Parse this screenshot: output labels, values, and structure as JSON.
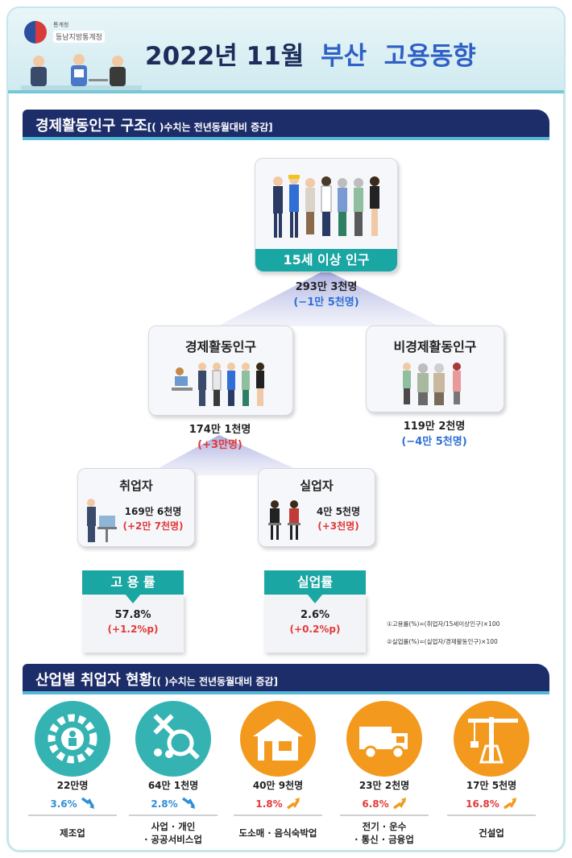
{
  "header": {
    "org_small": "통계청",
    "org_name": "동남지방통계청",
    "title_prefix": "2022년 11월",
    "title_accent": "부산  고용동향"
  },
  "section1": {
    "heading": "경제활동인구 구조",
    "note": "[( )수치는 전년동월대비 증감]"
  },
  "population_15plus": {
    "label": "15세 이상 인구",
    "value": "293만 3천명",
    "change": "(−1만 5천명)"
  },
  "economically_active": {
    "label": "경제활동인구",
    "value": "174만 1천명",
    "change": "(+3만명)"
  },
  "non_active": {
    "label": "비경제활동인구",
    "value": "119만 2천명",
    "change": "(−4만 5천명)"
  },
  "employed": {
    "label": "취업자",
    "value": "169만 6천명",
    "change": "(+2만 7천명)"
  },
  "unemployed": {
    "label": "실업자",
    "value": "4만 5천명",
    "change": "(+3천명)"
  },
  "employment_rate": {
    "label": "고 용 률",
    "value": "57.8%",
    "change": "(+1.2%p)"
  },
  "unemployment_rate": {
    "label": "실업률",
    "value": "2.6%",
    "change": "(+0.2%p)"
  },
  "notes": [
    "①고용률(%)=(취업자/15세이상인구)×100",
    "②실업률(%)=(실업자/경제활동인구)×100"
  ],
  "section2": {
    "heading": "산업별 취업자 현황",
    "note": "[( )수치는 전년동월대비 증감]"
  },
  "industries": [
    {
      "count": "22만명",
      "pct": "3.6%",
      "direction": "down",
      "name_lines": [
        "제조업"
      ],
      "icon": "gear-person-icon",
      "color": "#35b3b3"
    },
    {
      "count": "64만 1천명",
      "pct": "2.8%",
      "direction": "down",
      "name_lines": [
        "사업 · 개인",
        "· 공공서비스업"
      ],
      "icon": "tools-magnifier-icon",
      "color": "#35b3b3"
    },
    {
      "count": "40만 9천명",
      "pct": "1.8%",
      "direction": "up",
      "name_lines": [
        "도소매 · 음식숙박업"
      ],
      "icon": "store-icon",
      "color": "#f39a1e"
    },
    {
      "count": "23만 2천명",
      "pct": "6.8%",
      "direction": "up",
      "name_lines": [
        "전기 · 운수",
        "· 통신 · 금융업"
      ],
      "icon": "truck-icon",
      "color": "#f39a1e"
    },
    {
      "count": "17만 5천명",
      "pct": "16.8%",
      "direction": "up",
      "name_lines": [
        "건설업"
      ],
      "icon": "crane-icon",
      "color": "#f39a1e"
    }
  ]
}
